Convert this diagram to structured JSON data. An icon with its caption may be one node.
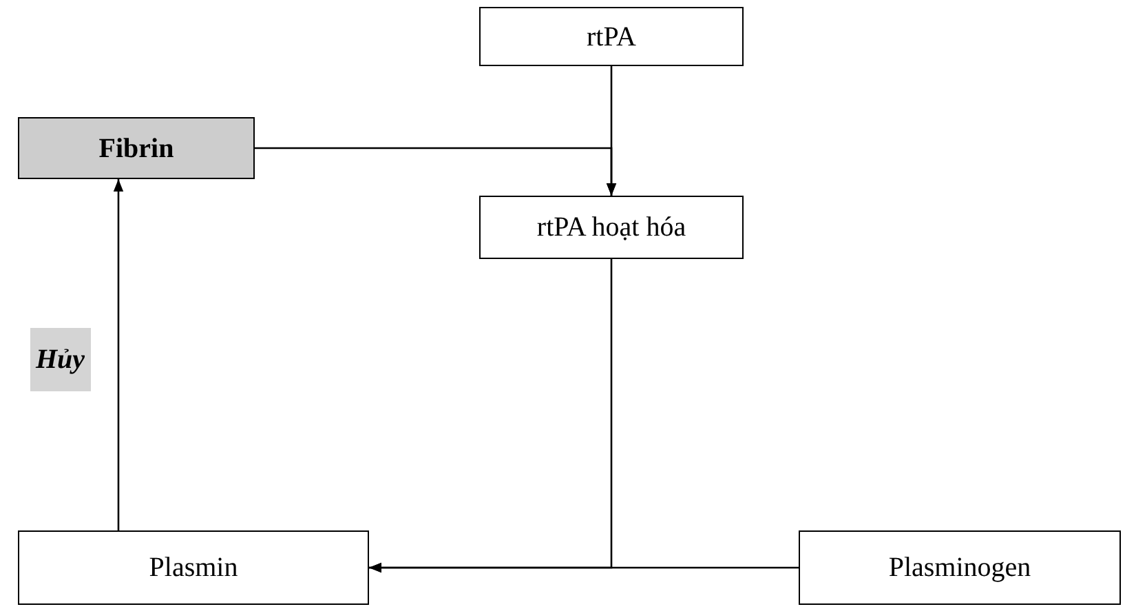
{
  "diagram": {
    "nodes": [
      {
        "text": [
          "rtPA"
        ]
      },
      {
        "text": [
          "Fibrin"
        ]
      },
      {
        "text": [
          "rtPA hoạt hóa"
        ]
      },
      {
        "text": [
          "Plasmin"
        ]
      },
      {
        "text": [
          "Plasminogen"
        ]
      }
    ],
    "edges": [
      {
        "from": 0,
        "to": 2,
        "arrow": "to"
      },
      {
        "from": 1,
        "to": 2,
        "arrow": "to"
      },
      {
        "from": 2,
        "to": 3,
        "arrow": "to"
      },
      {
        "from": 4,
        "to": 3,
        "arrow": "to"
      },
      {
        "from": 3,
        "to": 1,
        "arrow": "to",
        "label": "Hủy"
      }
    ]
  }
}
